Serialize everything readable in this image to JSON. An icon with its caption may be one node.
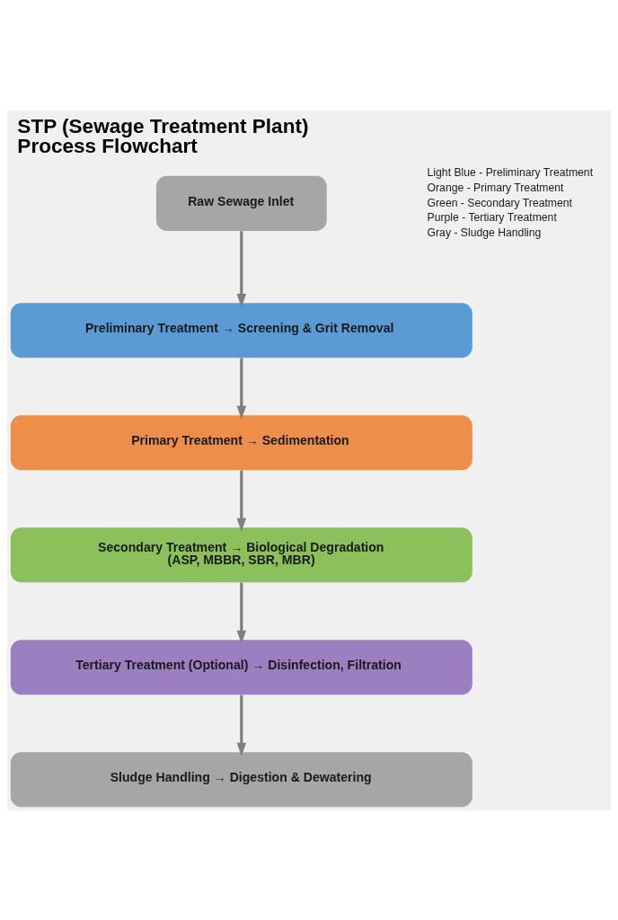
{
  "diagram": {
    "title": "STP (Sewage Treatment Plant) Process Flowchart",
    "nodes": [
      {
        "text": [
          "Raw Sewage Inlet"
        ]
      },
      {
        "text": [
          "Preliminary Treatment → Screening & Grit Removal"
        ]
      },
      {
        "text": [
          "Primary Treatment → Sedimentation"
        ]
      },
      {
        "text": [
          "Secondary Treatment → Biological Degradation (ASP, MBBR, SBR, MBR)"
        ]
      },
      {
        "text": [
          "Tertiary Treatment (Optional) → Disinfection, Filtration"
        ]
      },
      {
        "text": [
          "Sludge Handling → Digestion & Dewatering"
        ]
      }
    ],
    "edges": [
      {
        "from": 0,
        "to": 1,
        "arrow": "to"
      },
      {
        "from": 1,
        "to": 2,
        "arrow": "to"
      },
      {
        "from": 2,
        "to": 3,
        "arrow": "to"
      },
      {
        "from": 3,
        "to": 4,
        "arrow": "to"
      },
      {
        "from": 4,
        "to": 5,
        "arrow": "to"
      }
    ],
    "legend": [
      {
        "text": "Light Blue - Preliminary Treatment"
      },
      {
        "text": "Orange - Primary Treatment"
      },
      {
        "text": "Green - Secondary Treatment"
      },
      {
        "text": "Purple - Tertiary Treatment"
      },
      {
        "text": "Gray - Sludge Handling"
      }
    ]
  }
}
